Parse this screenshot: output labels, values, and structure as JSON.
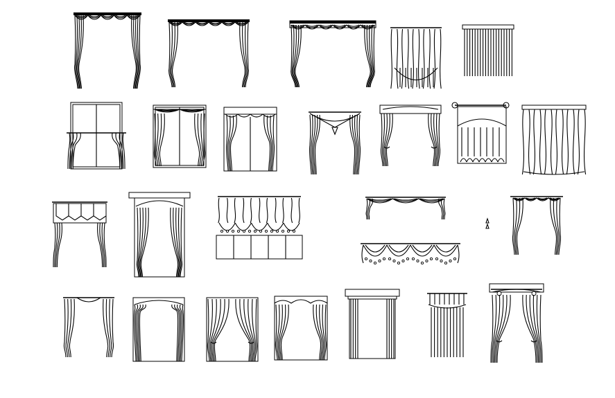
{
  "drawing": {
    "background": "#ffffff",
    "line_color": "#000000",
    "blocks": [
      {
        "id": "r1-a",
        "kind": "swag-valance-panels"
      },
      {
        "id": "r1-b",
        "kind": "swag-valance-panels"
      },
      {
        "id": "r1-c",
        "kind": "swag-valance-panels"
      },
      {
        "id": "r1-d",
        "kind": "sheer-panels-with-balloon"
      },
      {
        "id": "r1-e",
        "kind": "vertical-blind"
      },
      {
        "id": "r2-a",
        "kind": "window-with-tieback-panels"
      },
      {
        "id": "r2-b",
        "kind": "window-with-tieback-panels"
      },
      {
        "id": "r2-c",
        "kind": "scalloped-valance-window"
      },
      {
        "id": "r2-d",
        "kind": "scarf-tassel-panels"
      },
      {
        "id": "r2-e",
        "kind": "cornice-tieback-panels"
      },
      {
        "id": "r2-f",
        "kind": "finial-rod-balloon-shade"
      },
      {
        "id": "r2-g",
        "kind": "wavy-sheer-curtain"
      },
      {
        "id": "r3-a",
        "kind": "tab-valance-tieback"
      },
      {
        "id": "r3-b",
        "kind": "cornice-arch-tieback"
      },
      {
        "id": "r3-c",
        "kind": "austrian-shade-window"
      },
      {
        "id": "r3-d",
        "kind": "swag-valance"
      },
      {
        "id": "r3-e",
        "kind": "swag-valance-fringe"
      },
      {
        "id": "r3-f",
        "kind": "rod-tieback-panels"
      },
      {
        "id": "r4-a",
        "kind": "tieback-panels"
      },
      {
        "id": "r4-b",
        "kind": "arched-tieback-panels"
      },
      {
        "id": "r4-c",
        "kind": "tieback-panels"
      },
      {
        "id": "r4-d",
        "kind": "shaped-valance-tieback"
      },
      {
        "id": "r4-e",
        "kind": "cornice-straight-panels"
      },
      {
        "id": "r4-f",
        "kind": "pleated-valance-panels"
      },
      {
        "id": "r4-g",
        "kind": "rod-tieback-tassels"
      }
    ]
  }
}
